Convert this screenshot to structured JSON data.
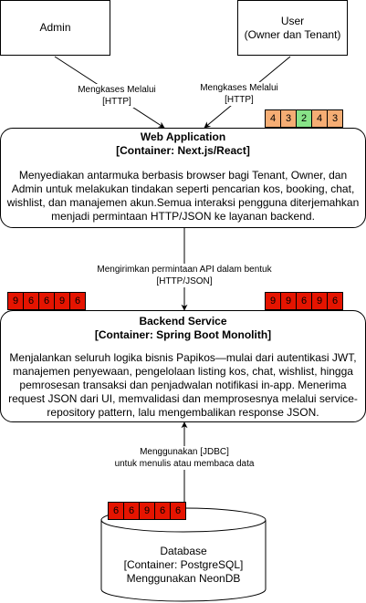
{
  "colors": {
    "red": "#e51400",
    "orange": "#f5ad74",
    "green": "#88e388",
    "stroke": "#000000"
  },
  "nodes": {
    "admin": {
      "label": "Admin"
    },
    "user": {
      "label_line1": "User",
      "label_line2": "(Owner dan Tenant)"
    },
    "web": {
      "title_line1": "Web Application",
      "title_line2": "[Container: Next.js/React]",
      "description": "Menyediakan antarmuka berbasis browser bagi Tenant, Owner, dan Admin untuk melakukan tindakan seperti pencarian kos, booking, chat, wishlist, dan manajemen akun.Semua interaksi pengguna diterjemahkan menjadi permintaan HTTP/JSON ke layanan backend."
    },
    "backend": {
      "title_line1": "Backend Service",
      "title_line2": "[Container: Spring Boot Monolith]",
      "description": "Menjalankan seluruh logika bisnis Papikos—mulai dari autentikasi JWT, manajemen penyewaan, pengelolaan listing kos, chat, wishlist, hingga pemrosesan transaksi dan penjadwalan notifikasi in-app. Menerima request JSON dari UI, memvalidasi dan memprosesnya melalui service-repository pattern, lalu mengembalikan response JSON."
    },
    "database": {
      "line1": "Database",
      "line2": "[Container: PostgreSQL]",
      "line3": "Menggunakan NeonDB"
    }
  },
  "edges": {
    "admin_web": {
      "line1": "Mengkases Melalui",
      "line2": "[HTTP]"
    },
    "user_web": {
      "line1": "Mengkases Melalui",
      "line2": "[HTTP]"
    },
    "web_backend": {
      "line1": "Mengirimkan permintaan API dalam bentuk",
      "line2": "[HTTP/JSON]"
    },
    "db_backend": {
      "line1": "Menggunakan [JDBC]",
      "line2": "untuk menulis atau membaca data"
    }
  },
  "badges": {
    "web": [
      {
        "value": "4",
        "color": "orange"
      },
      {
        "value": "3",
        "color": "orange"
      },
      {
        "value": "2",
        "color": "green"
      },
      {
        "value": "4",
        "color": "orange"
      },
      {
        "value": "3",
        "color": "orange"
      }
    ],
    "backend_left": [
      {
        "value": "9",
        "color": "red"
      },
      {
        "value": "6",
        "color": "red"
      },
      {
        "value": "6",
        "color": "red"
      },
      {
        "value": "9",
        "color": "red"
      },
      {
        "value": "6",
        "color": "red"
      }
    ],
    "backend_right": [
      {
        "value": "9",
        "color": "red"
      },
      {
        "value": "9",
        "color": "red"
      },
      {
        "value": "6",
        "color": "red"
      },
      {
        "value": "9",
        "color": "red"
      },
      {
        "value": "6",
        "color": "red"
      }
    ],
    "database": [
      {
        "value": "6",
        "color": "red"
      },
      {
        "value": "6",
        "color": "red"
      },
      {
        "value": "9",
        "color": "red"
      },
      {
        "value": "6",
        "color": "red"
      },
      {
        "value": "6",
        "color": "red"
      }
    ]
  }
}
